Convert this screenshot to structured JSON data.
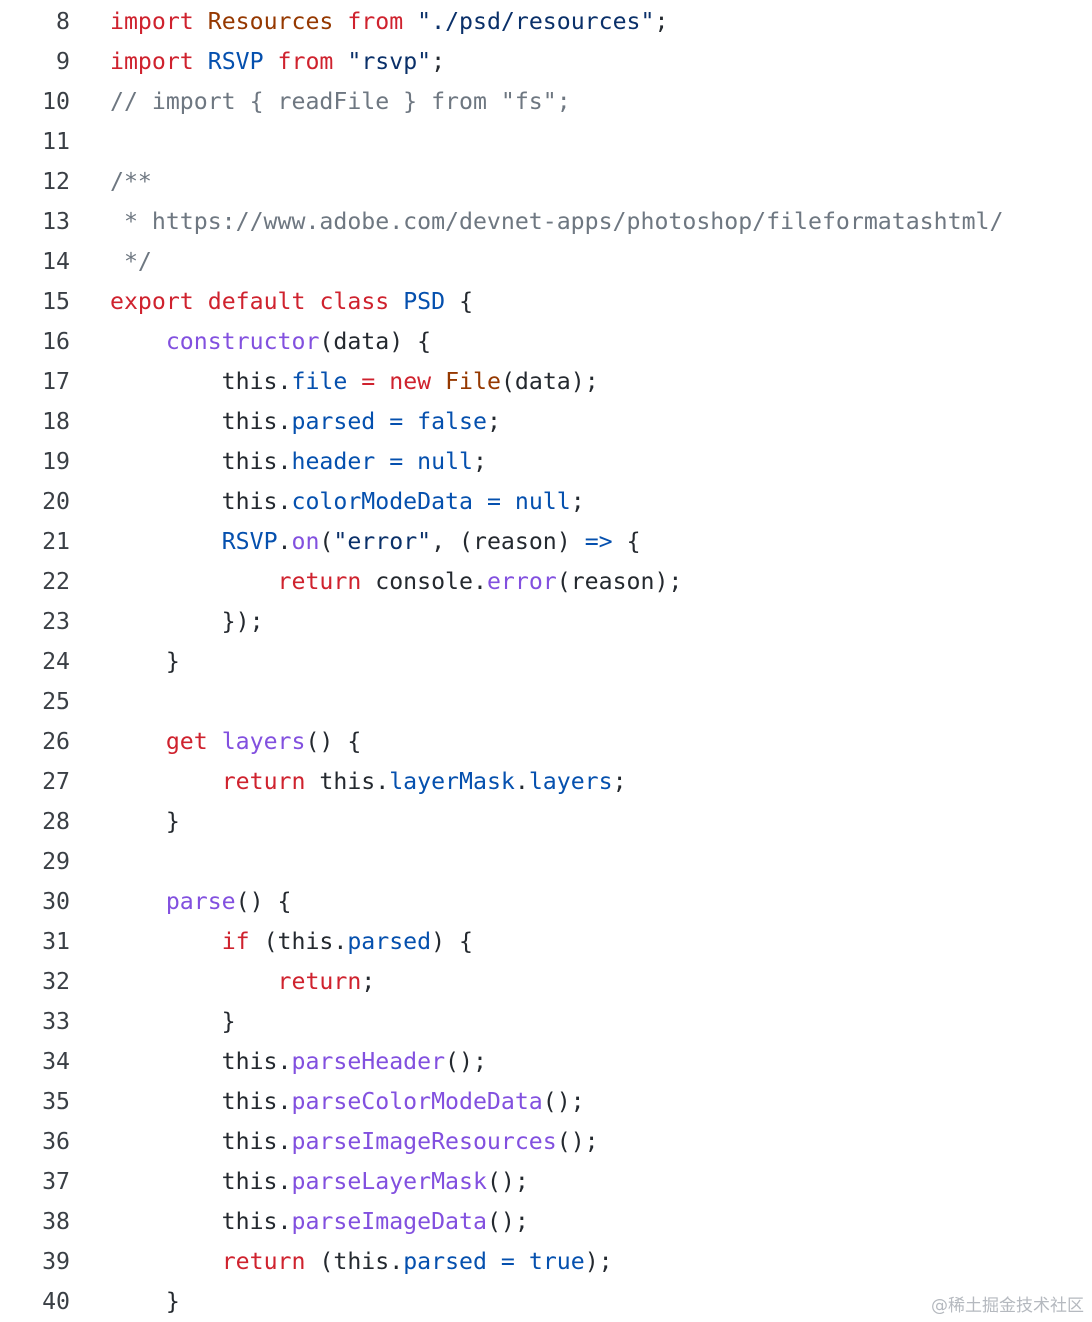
{
  "colors": {
    "keyword": "#cf222e",
    "comment": "#6e7781",
    "string": "#0a3069",
    "identifier": "#0550ae",
    "function": "#8250df",
    "type": "#953800",
    "plain": "#24292f"
  },
  "code_lines": [
    {
      "number": "8",
      "tokens": [
        [
          "k",
          "import"
        ],
        [
          "p",
          " "
        ],
        [
          "t",
          "Resources"
        ],
        [
          "p",
          " "
        ],
        [
          "k",
          "from"
        ],
        [
          "p",
          " "
        ],
        [
          "s",
          "\"./psd/resources\""
        ],
        [
          "p",
          ";"
        ]
      ]
    },
    {
      "number": "9",
      "tokens": [
        [
          "k",
          "import"
        ],
        [
          "p",
          " "
        ],
        [
          "n",
          "RSVP"
        ],
        [
          "p",
          " "
        ],
        [
          "k",
          "from"
        ],
        [
          "p",
          " "
        ],
        [
          "s",
          "\"rsvp\""
        ],
        [
          "p",
          ";"
        ]
      ]
    },
    {
      "number": "10",
      "tokens": [
        [
          "c",
          "// import { readFile } from \"fs\";"
        ]
      ]
    },
    {
      "number": "11",
      "tokens": []
    },
    {
      "number": "12",
      "tokens": [
        [
          "c",
          "/**"
        ]
      ]
    },
    {
      "number": "13",
      "tokens": [
        [
          "c",
          " * https://www.adobe.com/devnet-apps/photoshop/fileformatashtml/"
        ]
      ]
    },
    {
      "number": "14",
      "tokens": [
        [
          "c",
          " */"
        ]
      ]
    },
    {
      "number": "15",
      "tokens": [
        [
          "k",
          "export"
        ],
        [
          "p",
          " "
        ],
        [
          "k",
          "default"
        ],
        [
          "p",
          " "
        ],
        [
          "k",
          "class"
        ],
        [
          "p",
          " "
        ],
        [
          "n",
          "PSD"
        ],
        [
          "p",
          " {"
        ]
      ]
    },
    {
      "number": "16",
      "tokens": [
        [
          "p",
          "    "
        ],
        [
          "f",
          "constructor"
        ],
        [
          "p",
          "(data) {"
        ]
      ]
    },
    {
      "number": "17",
      "tokens": [
        [
          "p",
          "        this."
        ],
        [
          "n",
          "file"
        ],
        [
          "p",
          " "
        ],
        [
          "k",
          "="
        ],
        [
          "p",
          " "
        ],
        [
          "k",
          "new"
        ],
        [
          "p",
          " "
        ],
        [
          "t",
          "File"
        ],
        [
          "p",
          "(data);"
        ]
      ]
    },
    {
      "number": "18",
      "tokens": [
        [
          "p",
          "        this."
        ],
        [
          "n",
          "parsed"
        ],
        [
          "p",
          " "
        ],
        [
          "n",
          "="
        ],
        [
          "p",
          " "
        ],
        [
          "n",
          "false"
        ],
        [
          "p",
          ";"
        ]
      ]
    },
    {
      "number": "19",
      "tokens": [
        [
          "p",
          "        this."
        ],
        [
          "n",
          "header"
        ],
        [
          "p",
          " "
        ],
        [
          "n",
          "="
        ],
        [
          "p",
          " "
        ],
        [
          "n",
          "null"
        ],
        [
          "p",
          ";"
        ]
      ]
    },
    {
      "number": "20",
      "tokens": [
        [
          "p",
          "        this."
        ],
        [
          "n",
          "colorModeData"
        ],
        [
          "p",
          " "
        ],
        [
          "n",
          "="
        ],
        [
          "p",
          " "
        ],
        [
          "n",
          "null"
        ],
        [
          "p",
          ";"
        ]
      ]
    },
    {
      "number": "21",
      "tokens": [
        [
          "p",
          "        "
        ],
        [
          "n",
          "RSVP"
        ],
        [
          "p",
          "."
        ],
        [
          "f",
          "on"
        ],
        [
          "p",
          "("
        ],
        [
          "s",
          "\"error\""
        ],
        [
          "p",
          ", (reason) "
        ],
        [
          "n",
          "=>"
        ],
        [
          "p",
          " {"
        ]
      ]
    },
    {
      "number": "22",
      "tokens": [
        [
          "p",
          "            "
        ],
        [
          "k",
          "return"
        ],
        [
          "p",
          " console."
        ],
        [
          "f",
          "error"
        ],
        [
          "p",
          "(reason);"
        ]
      ]
    },
    {
      "number": "23",
      "tokens": [
        [
          "p",
          "        });"
        ]
      ]
    },
    {
      "number": "24",
      "tokens": [
        [
          "p",
          "    }"
        ]
      ]
    },
    {
      "number": "25",
      "tokens": []
    },
    {
      "number": "26",
      "tokens": [
        [
          "p",
          "    "
        ],
        [
          "k",
          "get"
        ],
        [
          "p",
          " "
        ],
        [
          "f",
          "layers"
        ],
        [
          "p",
          "() {"
        ]
      ]
    },
    {
      "number": "27",
      "tokens": [
        [
          "p",
          "        "
        ],
        [
          "k",
          "return"
        ],
        [
          "p",
          " this."
        ],
        [
          "n",
          "layerMask"
        ],
        [
          "p",
          "."
        ],
        [
          "n",
          "layers"
        ],
        [
          "p",
          ";"
        ]
      ]
    },
    {
      "number": "28",
      "tokens": [
        [
          "p",
          "    }"
        ]
      ]
    },
    {
      "number": "29",
      "tokens": []
    },
    {
      "number": "30",
      "tokens": [
        [
          "p",
          "    "
        ],
        [
          "f",
          "parse"
        ],
        [
          "p",
          "() {"
        ]
      ]
    },
    {
      "number": "31",
      "tokens": [
        [
          "p",
          "        "
        ],
        [
          "k",
          "if"
        ],
        [
          "p",
          " (this."
        ],
        [
          "n",
          "parsed"
        ],
        [
          "p",
          ") {"
        ]
      ]
    },
    {
      "number": "32",
      "tokens": [
        [
          "p",
          "            "
        ],
        [
          "k",
          "return"
        ],
        [
          "p",
          ";"
        ]
      ]
    },
    {
      "number": "33",
      "tokens": [
        [
          "p",
          "        }"
        ]
      ]
    },
    {
      "number": "34",
      "tokens": [
        [
          "p",
          "        this."
        ],
        [
          "f",
          "parseHeader"
        ],
        [
          "p",
          "();"
        ]
      ]
    },
    {
      "number": "35",
      "tokens": [
        [
          "p",
          "        this."
        ],
        [
          "f",
          "parseColorModeData"
        ],
        [
          "p",
          "();"
        ]
      ]
    },
    {
      "number": "36",
      "tokens": [
        [
          "p",
          "        this."
        ],
        [
          "f",
          "parseImageResources"
        ],
        [
          "p",
          "();"
        ]
      ]
    },
    {
      "number": "37",
      "tokens": [
        [
          "p",
          "        this."
        ],
        [
          "f",
          "parseLayerMask"
        ],
        [
          "p",
          "();"
        ]
      ]
    },
    {
      "number": "38",
      "tokens": [
        [
          "p",
          "        this."
        ],
        [
          "f",
          "parseImageData"
        ],
        [
          "p",
          "();"
        ]
      ]
    },
    {
      "number": "39",
      "tokens": [
        [
          "p",
          "        "
        ],
        [
          "k",
          "return"
        ],
        [
          "p",
          " (this."
        ],
        [
          "n",
          "parsed"
        ],
        [
          "p",
          " "
        ],
        [
          "n",
          "="
        ],
        [
          "p",
          " "
        ],
        [
          "n",
          "true"
        ],
        [
          "p",
          ");"
        ]
      ]
    },
    {
      "number": "40",
      "tokens": [
        [
          "p",
          "    }"
        ]
      ]
    }
  ],
  "watermark": "@稀土掘金技术社区"
}
